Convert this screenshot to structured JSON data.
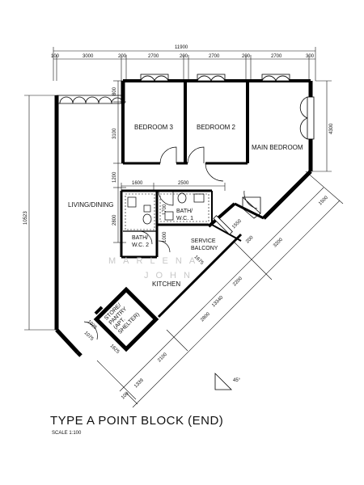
{
  "caption": "TYPE A   POINT BLOCK (END)",
  "scale": "SCALE  1:100",
  "dimensions": {
    "overall_width": "11900",
    "overall_height": "10523",
    "top_segments": [
      "100",
      "3000",
      "200",
      "2700",
      "200",
      "2700",
      "200",
      "2700",
      "300"
    ],
    "right_4300": "4300",
    "left_800": "800",
    "left_3100": "3100",
    "left_1200": "1200",
    "left_2800": "2800",
    "mid_1600": "1600",
    "mid_2500": "2500",
    "mid_1700": "1700",
    "mid_1000": "1000",
    "diag_1500": "1500",
    "diag_1550": "1550",
    "diag_200": "200",
    "diag_3200": "3200",
    "diag_1675": "1675",
    "diag_2200": "2200",
    "diag_2800": "2800",
    "diag_13340": "13340",
    "diag_2100": "2100",
    "diag_1339": "1339",
    "diag_100": "100",
    "small_1025": "1025",
    "small_1075": "1075",
    "small_1625": "1625",
    "angle": "45°"
  },
  "rooms": {
    "bedroom3": "BEDROOM 3",
    "bedroom2": "BEDROOM 2",
    "master": "MAIN BEDROOM",
    "living": "LIVING/DINING",
    "bath1_a": "BATH/",
    "bath1_b": "W.C. 1",
    "bath2_a": "BATH/",
    "bath2_b": "W.C. 2",
    "service_a": "SERVICE",
    "service_b": "BALCONY",
    "kitchen": "KITCHEN",
    "store_a": "STORE/",
    "store_b": "PANTRY",
    "store_c": "(APT.",
    "store_d": "SHELTER)"
  },
  "watermark": {
    "line1": "MARLENA",
    "line2": "JOHN"
  }
}
